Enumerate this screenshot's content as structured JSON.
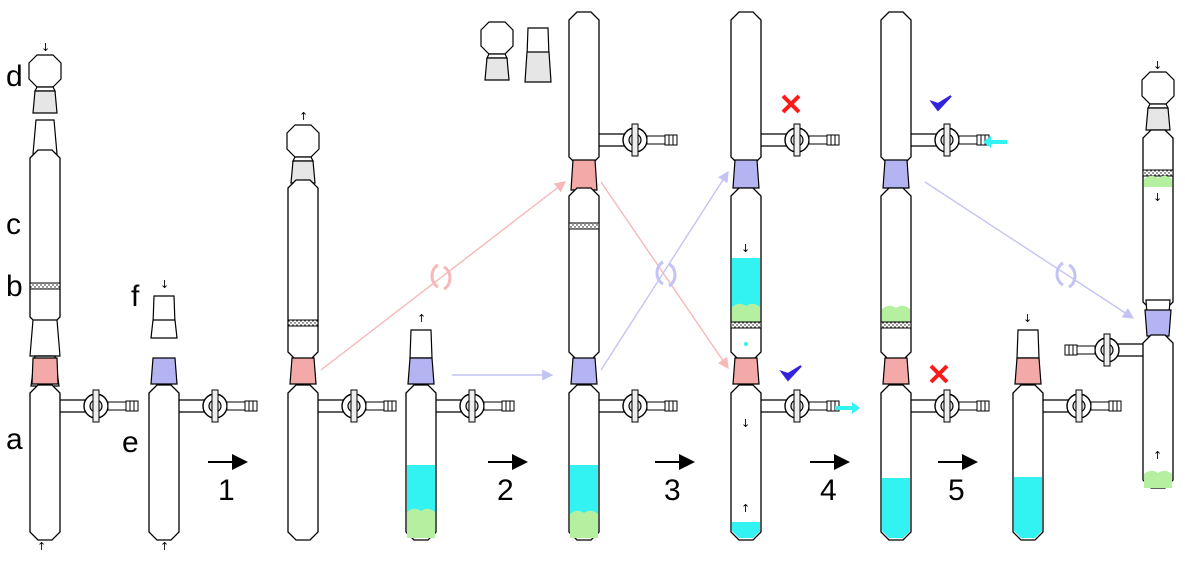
{
  "labels": {
    "a": "a",
    "b": "b",
    "c": "c",
    "d": "d",
    "e": "e",
    "f": "f"
  },
  "steps": [
    "1",
    "2",
    "3",
    "4",
    "5"
  ],
  "small_arrows": {
    "up": "↑",
    "down": "↓"
  },
  "colors": {
    "glass_stroke": "#000000",
    "joint_pink": "#f4a9a9",
    "joint_blue": "#b4b4f2",
    "joint_grey": "#e6e6e6",
    "liquid_cyan": "#33f2f2",
    "solid_green": "#b4f0a0",
    "cross_red": "#ff1a1a",
    "check_blue": "#3322dd",
    "link_pink": "#f6b8b8",
    "link_blue": "#c4c4f4"
  },
  "icons": {
    "valve": "stopcock-valve-icon",
    "filter": "glass-frit-filter",
    "cross": "cross-mark-icon",
    "check": "check-mark-icon",
    "rotate": "rotate-icon"
  }
}
